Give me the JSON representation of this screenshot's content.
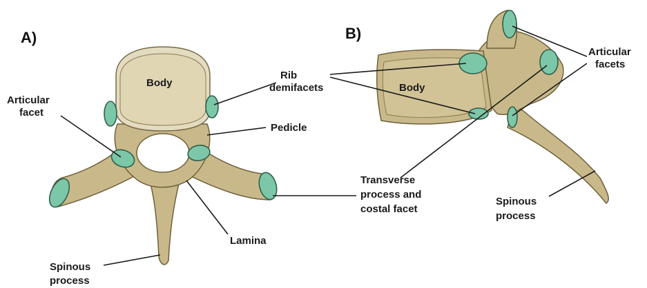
{
  "panels": {
    "a": {
      "letter": "A)",
      "body": "Body",
      "articular_facet": [
        "Articular",
        "facet"
      ],
      "pedicle": "Pedicle",
      "lamina": "Lamina",
      "spinous_process": [
        "Spinous",
        "process"
      ]
    },
    "b": {
      "letter": "B)",
      "body": "Body",
      "articular_facets": [
        "Articular",
        "facets"
      ],
      "spinous_process": [
        "Spinous",
        "process"
      ]
    },
    "shared": {
      "rib_demifacets": [
        "Rib",
        "demifacets"
      ],
      "transverse_process": [
        "Transverse",
        "process and",
        "costal facet"
      ]
    }
  },
  "colors": {
    "bone": "#c9b98a",
    "facet": "#7cc7a8",
    "background": "#ffffff"
  }
}
